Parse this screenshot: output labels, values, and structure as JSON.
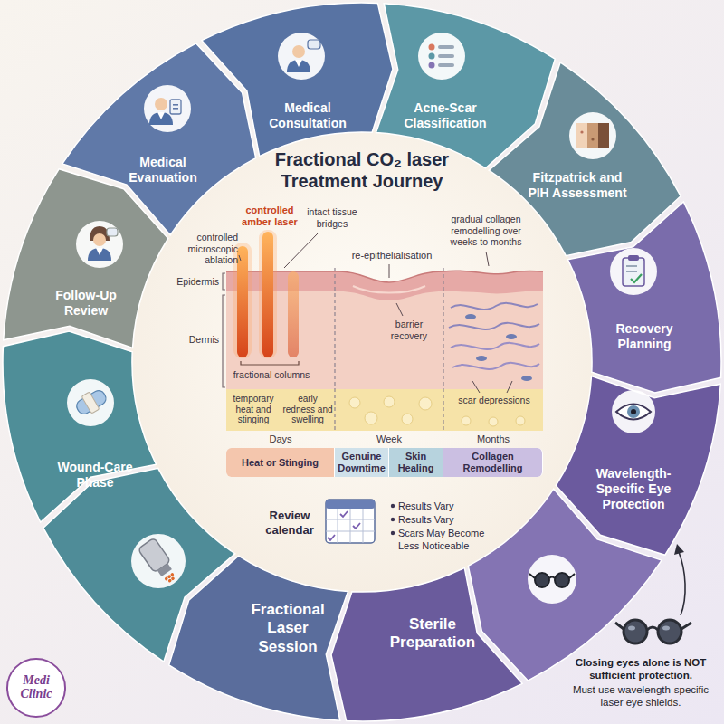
{
  "diagram": {
    "title": "Fractional CO₂ laser Treatment Journey",
    "nodes": [
      {
        "text": [
          "Medical Consultation"
        ]
      },
      {
        "text": [
          "Acne-Scar Classification"
        ]
      },
      {
        "text": [
          "Fitzpatrick and PIH Assessment"
        ]
      },
      {
        "text": [
          "Recovery Planning"
        ]
      },
      {
        "text": [
          "Wavelength-Specific Eye Protection"
        ]
      },
      {
        "text": [
          "Sterile Preparation"
        ]
      },
      {
        "text": [
          "Fractional Laser Session"
        ]
      },
      {
        "text": [
          "Wound-Care Phase"
        ]
      },
      {
        "text": [
          "Follow-Up Review"
        ]
      },
      {
        "text": [
          "Medical Evanuation"
        ]
      },
      {
        "text": [
          "Heat or Stinging"
        ]
      },
      {
        "text": [
          "Genuine Downtime"
        ]
      },
      {
        "text": [
          "Skin Healing"
        ]
      },
      {
        "text": [
          "Collagen Remodelling"
        ]
      }
    ],
    "labels": [
      "controlled microscopic ablation",
      "controlled amber laser",
      "intact tissue bridges",
      "re-epithelialisation",
      "gradual collagen remodelling over weeks to months",
      "Epidermis",
      "Dermis",
      "barrier recovery",
      "fractional columns",
      "scar depressions",
      "temporary heat and stinging",
      "early redness and swelling",
      "Days",
      "Week",
      "Months",
      "Review calendar",
      "Results Vary",
      "Results Vary",
      "Scars May Become Less Noticeable",
      "Closing eyes alone is NOT sufficient protection.",
      "Must use wavelength-specific laser eye shields.",
      "Medi Clinic"
    ]
  }
}
